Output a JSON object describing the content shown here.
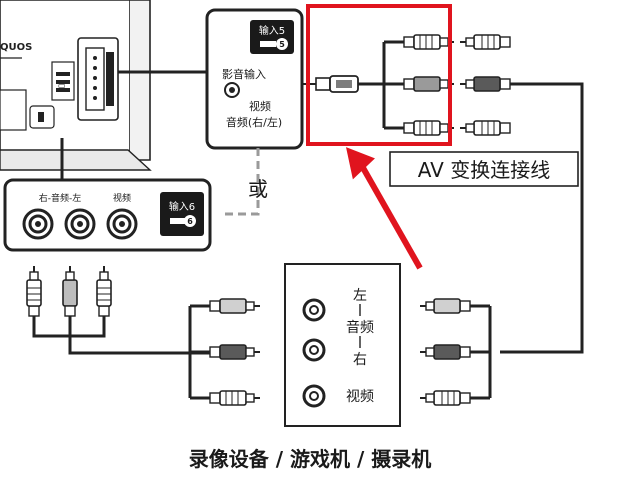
{
  "tv": {
    "brand_fragment": "QUOS"
  },
  "input5_panel": {
    "badge_text": "输入5",
    "badge_number": "5",
    "label_av_in": "影音输入",
    "label_video": "视频",
    "label_audio": "音频(右/左)"
  },
  "input6_panel": {
    "label_audio": "右-音频-左",
    "label_video": "视频",
    "badge_text": "输入6",
    "badge_number": "6"
  },
  "or_label": "或",
  "av_cable_label": "AV 变换连接线",
  "device_panel": {
    "label_left": "左",
    "label_audio": "音频",
    "label_right": "右",
    "label_video": "视频"
  },
  "caption": "录像设备 / 游戏机 / 摄录机",
  "colors": {
    "highlight_red": "#e0141e",
    "plug_white": "#ffffff",
    "plug_red_gray": "#9a9a9a",
    "plug_yellow_gray": "#d0d0d0",
    "ink": "#1a1a1a"
  }
}
